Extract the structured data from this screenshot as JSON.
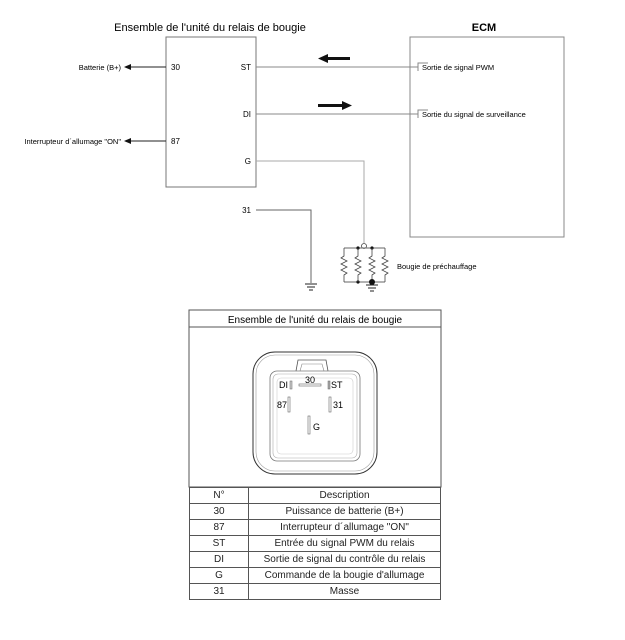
{
  "schematic": {
    "relay_title": "Ensemble de l'unité du relais de bougie",
    "ecm_title": "ECM",
    "relay_pins_left": [
      {
        "pin": "30",
        "external_label": "Batterie (B+)"
      },
      {
        "pin": "87",
        "external_label": "Interrupteur d´allumage \"ON\""
      }
    ],
    "relay_pins_right": [
      {
        "pin": "ST"
      },
      {
        "pin": "DI"
      },
      {
        "pin": "G"
      },
      {
        "pin": "31"
      }
    ],
    "ecm_terminals": [
      {
        "label": "Sortie de signal PWM",
        "connects_to": "ST",
        "signal_direction": "ECM to relay"
      },
      {
        "label": "Sortie du signal de surveillance",
        "connects_to": "DI",
        "signal_direction": "relay to ECM"
      }
    ],
    "glow_plug_label": "Bougie de préchauffage",
    "glow_plug_count": 4
  },
  "connector": {
    "title": "Ensemble de l'unité du relais de bougie",
    "pin_labels": [
      "DI",
      "30",
      "ST",
      "87",
      "31",
      "G"
    ],
    "table": {
      "headers": [
        "N°",
        "Description"
      ],
      "rows": [
        {
          "num": "30",
          "desc": "Puissance de batterie (B+)"
        },
        {
          "num": "87",
          "desc": "Interrupteur d´allumage \"ON\""
        },
        {
          "num": "ST",
          "desc": "Entrée du signal PWM du relais"
        },
        {
          "num": "DI",
          "desc": "Sortie de signal du contrôle du relais"
        },
        {
          "num": "G",
          "desc": "Commande de la bougie d'allumage"
        },
        {
          "num": "31",
          "desc": "Masse"
        }
      ]
    }
  }
}
